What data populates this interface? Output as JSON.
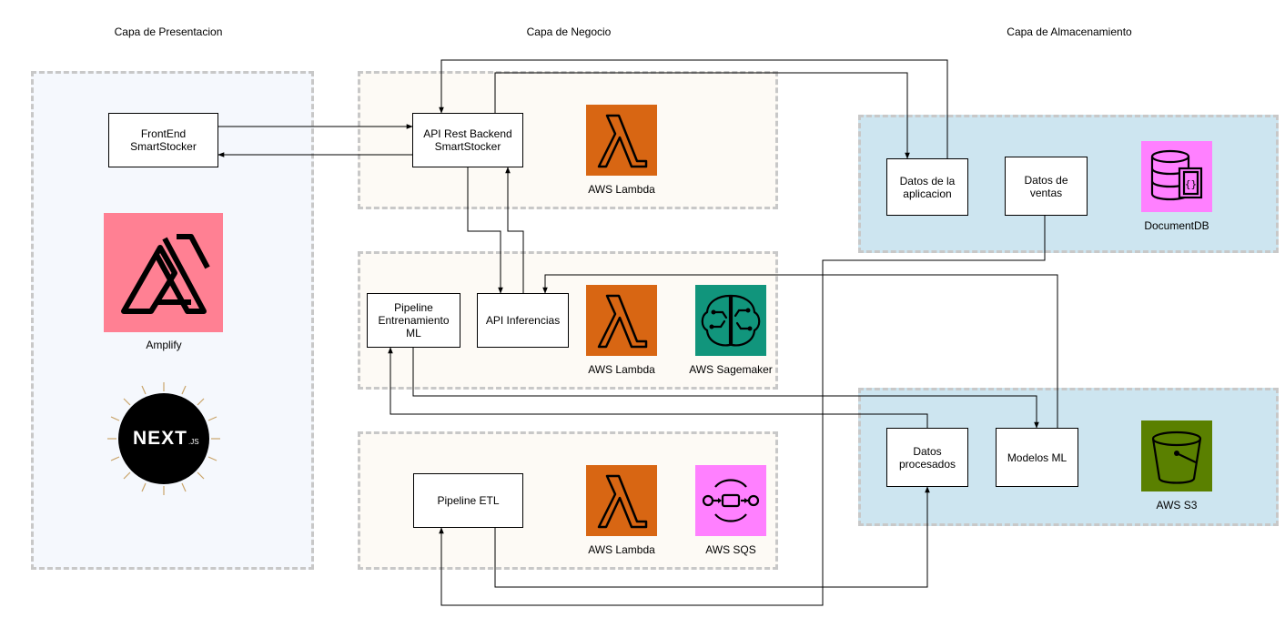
{
  "layers": {
    "presentation": "Capa de Presentacion",
    "business": "Capa de Negocio",
    "storage": "Capa de Almacenamiento"
  },
  "nodes": {
    "frontend": "FrontEnd\nSmartStocker",
    "api_backend": "API Rest Backend\nSmartStocker",
    "pipeline_training": "Pipeline\nEntrenamiento ML",
    "api_inference": "API Inferencias",
    "pipeline_etl": "Pipeline ETL",
    "app_data": "Datos de la\naplicacion",
    "sales_data": "Datos de ventas",
    "processed_data": "Datos\nprocesados",
    "ml_models": "Modelos ML"
  },
  "services": {
    "amplify": "Amplify",
    "nextjs_logo_text": "NEXT.JS",
    "lambda_1": "AWS Lambda",
    "lambda_2": "AWS Lambda",
    "lambda_3": "AWS Lambda",
    "sagemaker": "AWS Sagemaker",
    "sqs": "AWS SQS",
    "documentdb": "DocumentDB",
    "s3": "AWS S3"
  },
  "colors": {
    "lambda": "#d86613",
    "amplify": "#ff8093",
    "sagemaker": "#11957c",
    "sqs_docdb": "#ff80ff",
    "s3": "#5a8000",
    "storage_zone": "#cde5f0"
  },
  "icons": [
    "amplify-icon",
    "nextjs-logo",
    "lambda-icon",
    "sagemaker-icon",
    "sqs-icon",
    "documentdb-icon",
    "s3-icon"
  ]
}
